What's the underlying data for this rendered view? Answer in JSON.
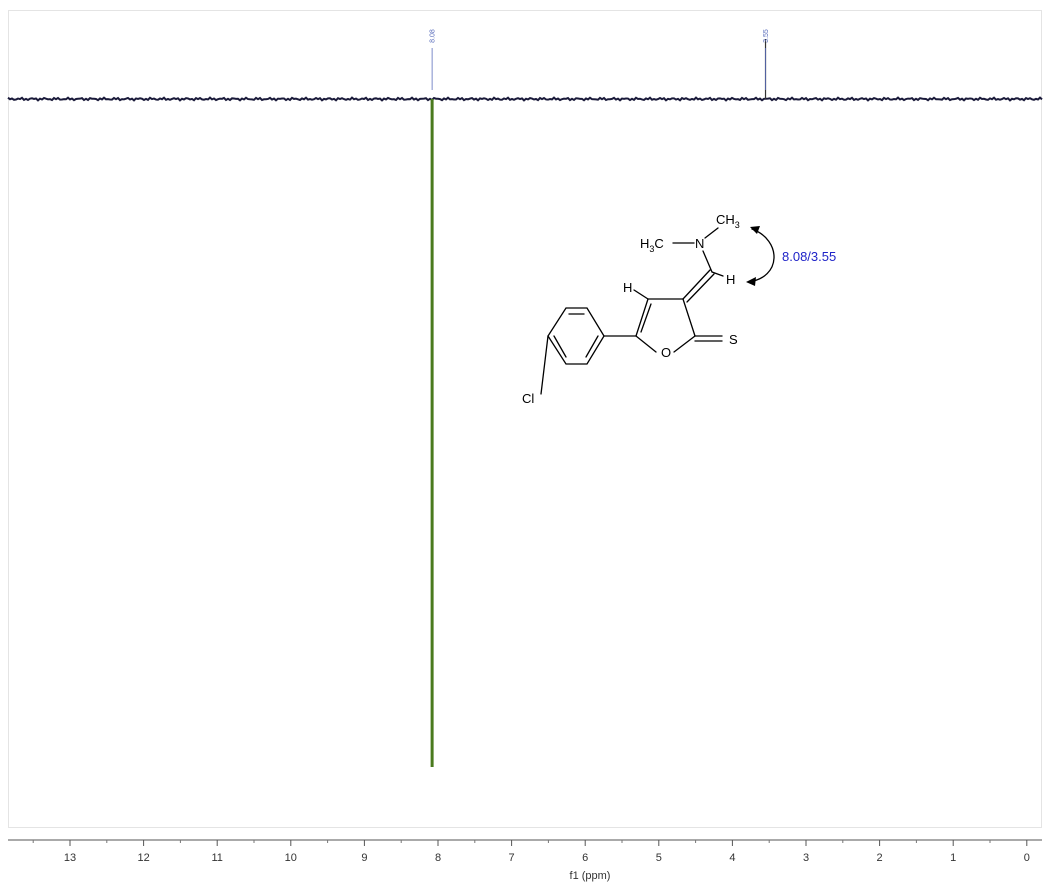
{
  "chart_data": {
    "type": "line",
    "xlabel": "f1 (ppm)",
    "xlim": [
      13.4,
      -0.05
    ],
    "x_reversed": true,
    "ticks": [
      "13",
      "12",
      "11",
      "10",
      "9",
      "8",
      "7",
      "6",
      "5",
      "4",
      "3",
      "2",
      "1",
      "0"
    ],
    "grid": false,
    "peaks": [
      {
        "ppm": 8.08,
        "label": "8.08",
        "relative_intensity": -1.0,
        "color": "#4a7a1e"
      },
      {
        "ppm": 3.55,
        "label": "3.55",
        "relative_intensity": 0.05,
        "color": "#333333"
      }
    ],
    "baseline_color": "#1a1a3a"
  },
  "structure": {
    "atoms": {
      "ch3_top": "CH",
      "ch3_top_sub": "3",
      "h3c_left": "H",
      "h3c_left_sub": "3",
      "h3c_left_c": "C",
      "nitrogen": "N",
      "vinyl_h": "H",
      "ring_h": "H",
      "sulfur": "S",
      "oxygen": "O",
      "chlorine": "Cl"
    },
    "noe_annotation": "8.08/3.55",
    "annotation_color": "#1f23c8"
  }
}
